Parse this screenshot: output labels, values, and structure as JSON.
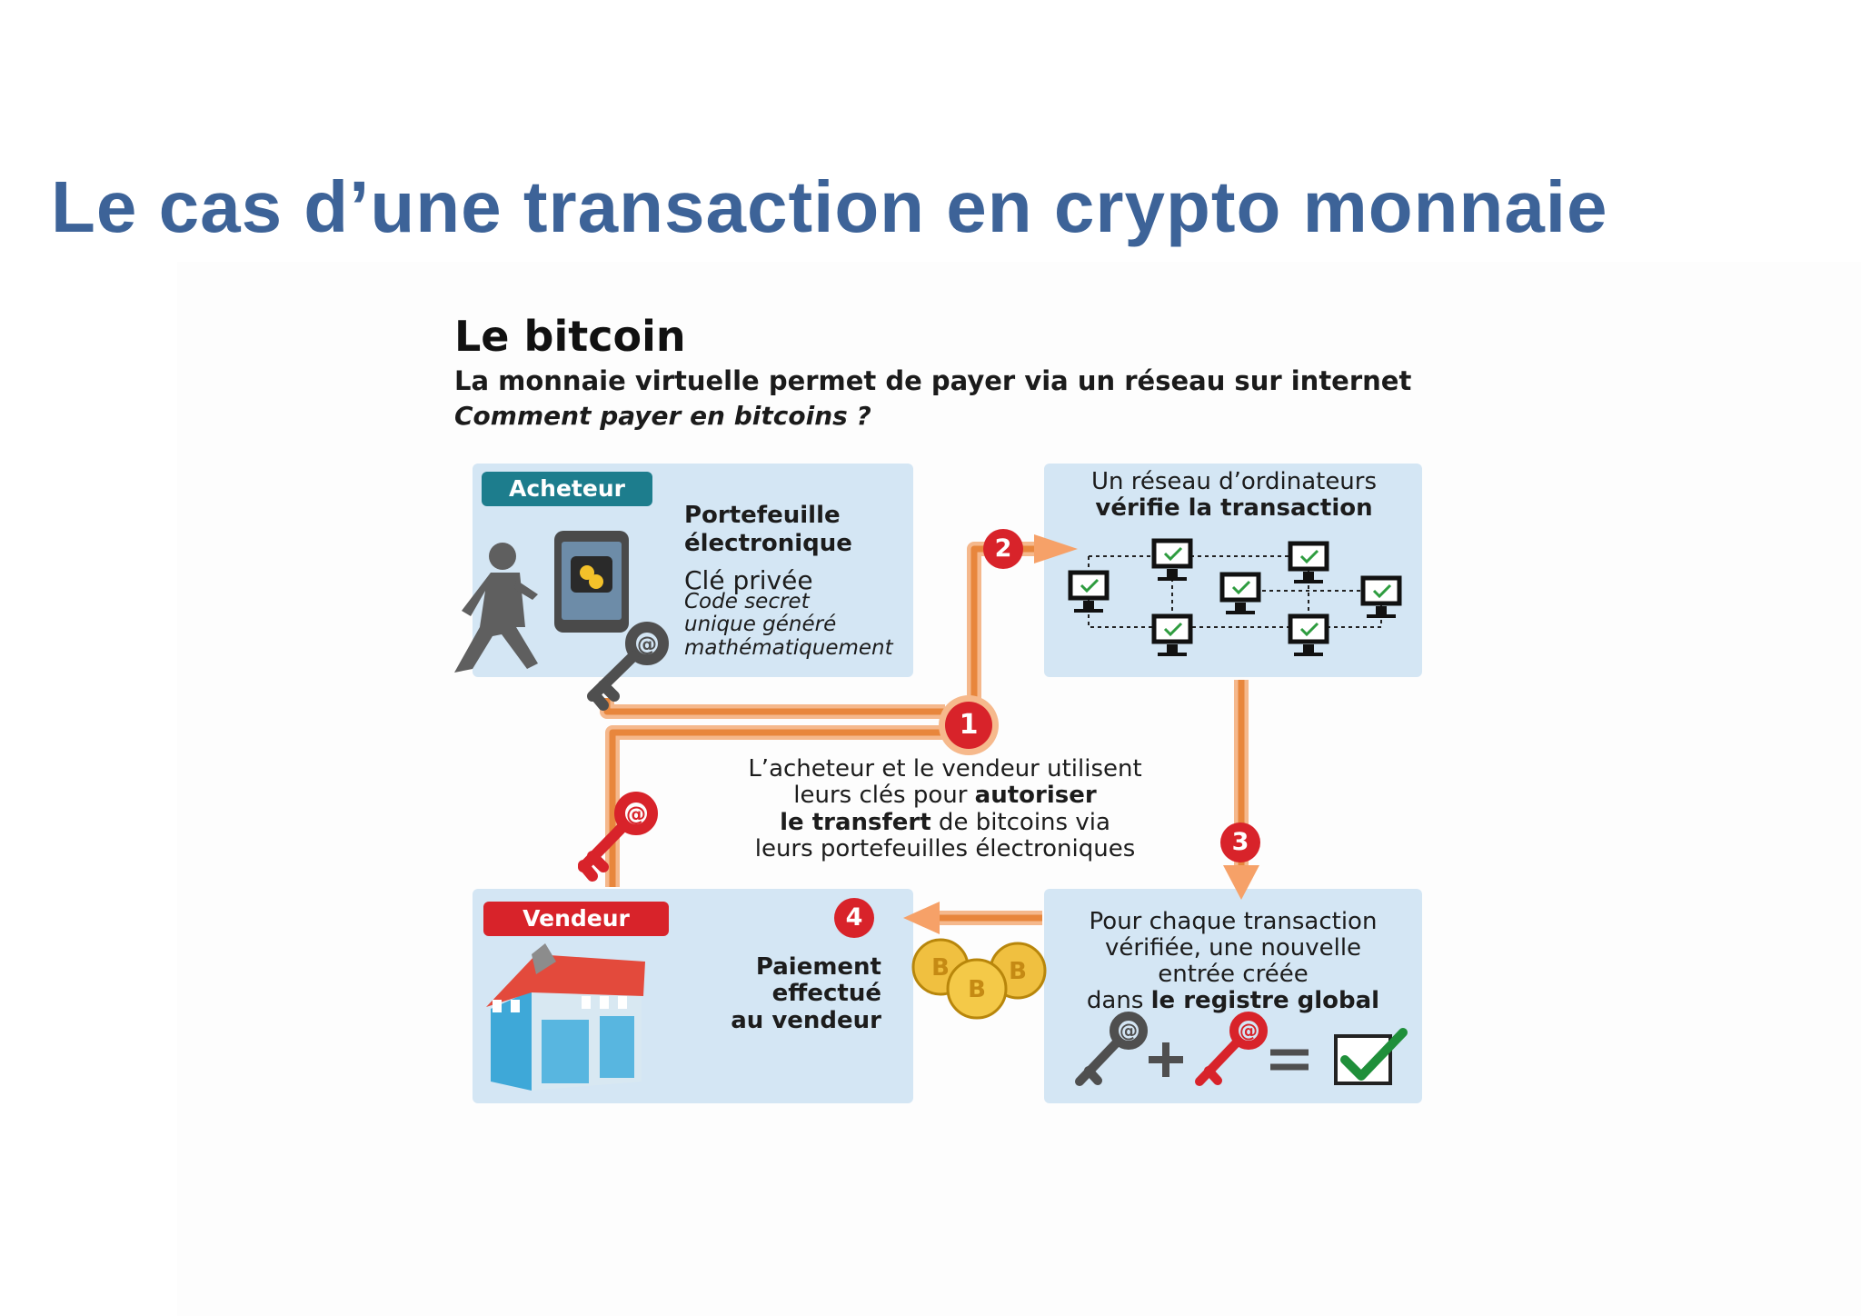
{
  "slide": {
    "title": "Le cas d’une transaction en crypto monnaie"
  },
  "figure": {
    "title": "Le bitcoin",
    "subtitle": "La monnaie virtuelle permet de payer via un réseau sur internet",
    "question": "Comment payer en bitcoins ?",
    "buyer": {
      "tag": "Acheteur",
      "wallet_line1": "Portefeuille",
      "wallet_line2": "électronique",
      "key_title": "Clé privée",
      "key_desc_line1": "Code secret",
      "key_desc_line2": "unique généré",
      "key_desc_line3": "mathématiquement"
    },
    "network": {
      "line1": "Un réseau d’ordinateurs",
      "line2": "vérifie la transaction"
    },
    "center": {
      "line1": "L’acheteur et le vendeur utilisent",
      "line2_a": "leurs clés pour ",
      "line2_b": "autoriser",
      "line3_a": "le transfert",
      "line3_b": " de bitcoins via",
      "line4": "leurs portefeuilles électroniques"
    },
    "seller": {
      "tag": "Vendeur",
      "pay_line1": "Paiement",
      "pay_line2": "effectué",
      "pay_line3": "au vendeur"
    },
    "ledger": {
      "line1": "Pour chaque transaction",
      "line2": "vérifiée,  une nouvelle",
      "line3": "entrée créée",
      "line4_a": "dans ",
      "line4_b": "le registre global"
    },
    "steps": [
      "1",
      "2",
      "3",
      "4"
    ],
    "colors": {
      "accent_orange": "#e8863c",
      "badge_red": "#d8232a",
      "panel_blue": "#d4e6f4",
      "title_blue": "#3d6398"
    }
  }
}
